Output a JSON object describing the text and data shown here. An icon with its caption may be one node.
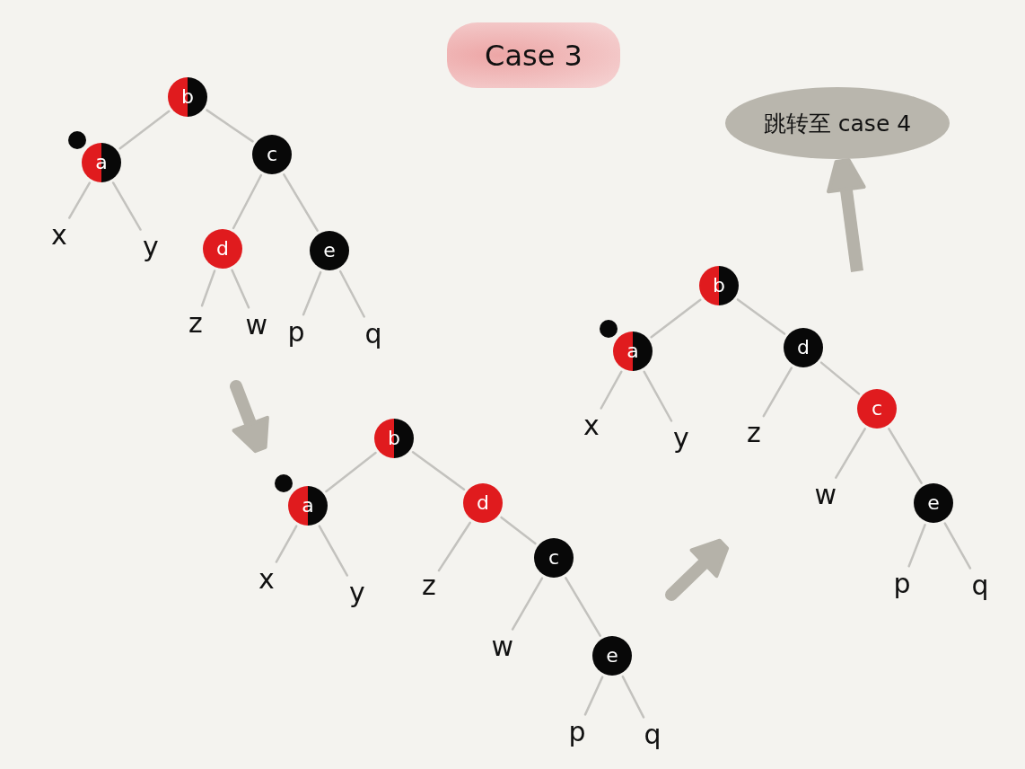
{
  "diagram": {
    "title": "Case 3",
    "nodes": [
      {
        "text": [
          "b"
        ]
      },
      {
        "text": [
          "a"
        ]
      },
      {
        "text": [
          "c"
        ]
      },
      {
        "text": [
          "x"
        ]
      },
      {
        "text": [
          "y"
        ]
      },
      {
        "text": [
          "d"
        ]
      },
      {
        "text": [
          "e"
        ]
      },
      {
        "text": [
          "z"
        ]
      },
      {
        "text": [
          "w"
        ]
      },
      {
        "text": [
          "p"
        ]
      },
      {
        "text": [
          "q"
        ]
      },
      {
        "text": [
          "b"
        ]
      },
      {
        "text": [
          "a"
        ]
      },
      {
        "text": [
          "d"
        ]
      },
      {
        "text": [
          "x"
        ]
      },
      {
        "text": [
          "y"
        ]
      },
      {
        "text": [
          "z"
        ]
      },
      {
        "text": [
          "c"
        ]
      },
      {
        "text": [
          "w"
        ]
      },
      {
        "text": [
          "e"
        ]
      },
      {
        "text": [
          "p"
        ]
      },
      {
        "text": [
          "q"
        ]
      },
      {
        "text": [
          "b"
        ]
      },
      {
        "text": [
          "a"
        ]
      },
      {
        "text": [
          "d"
        ]
      },
      {
        "text": [
          "x"
        ]
      },
      {
        "text": [
          "y"
        ]
      },
      {
        "text": [
          "z"
        ]
      },
      {
        "text": [
          "c"
        ]
      },
      {
        "text": [
          "w"
        ]
      },
      {
        "text": [
          "e"
        ]
      },
      {
        "text": [
          "p"
        ]
      },
      {
        "text": [
          "q"
        ]
      },
      {
        "text": [
          "跳转至 case 4"
        ]
      }
    ],
    "edges": [
      {
        "from": 0,
        "to": 1,
        "arrow": "none"
      },
      {
        "from": 0,
        "to": 2,
        "arrow": "none"
      },
      {
        "from": 1,
        "to": 3,
        "arrow": "none"
      },
      {
        "from": 1,
        "to": 4,
        "arrow": "none"
      },
      {
        "from": 2,
        "to": 5,
        "arrow": "none"
      },
      {
        "from": 2,
        "to": 6,
        "arrow": "none"
      },
      {
        "from": 5,
        "to": 7,
        "arrow": "none"
      },
      {
        "from": 5,
        "to": 8,
        "arrow": "none"
      },
      {
        "from": 6,
        "to": 9,
        "arrow": "none"
      },
      {
        "from": 6,
        "to": 10,
        "arrow": "none"
      },
      {
        "from": 11,
        "to": 12,
        "arrow": "none"
      },
      {
        "from": 11,
        "to": 13,
        "arrow": "none"
      },
      {
        "from": 12,
        "to": 14,
        "arrow": "none"
      },
      {
        "from": 12,
        "to": 15,
        "arrow": "none"
      },
      {
        "from": 13,
        "to": 16,
        "arrow": "none"
      },
      {
        "from": 13,
        "to": 17,
        "arrow": "none"
      },
      {
        "from": 17,
        "to": 18,
        "arrow": "none"
      },
      {
        "from": 17,
        "to": 19,
        "arrow": "none"
      },
      {
        "from": 19,
        "to": 20,
        "arrow": "none"
      },
      {
        "from": 19,
        "to": 21,
        "arrow": "none"
      },
      {
        "from": 22,
        "to": 23,
        "arrow": "none"
      },
      {
        "from": 22,
        "to": 24,
        "arrow": "none"
      },
      {
        "from": 23,
        "to": 25,
        "arrow": "none"
      },
      {
        "from": 23,
        "to": 26,
        "arrow": "none"
      },
      {
        "from": 24,
        "to": 27,
        "arrow": "none"
      },
      {
        "from": 24,
        "to": 28,
        "arrow": "none"
      },
      {
        "from": 28,
        "to": 29,
        "arrow": "none"
      },
      {
        "from": 28,
        "to": 30,
        "arrow": "none"
      },
      {
        "from": 30,
        "to": 31,
        "arrow": "none"
      },
      {
        "from": 30,
        "to": 32,
        "arrow": "none"
      },
      {
        "from": null,
        "to": 33,
        "arrow": "to",
        "style": "thick",
        "color": "#b5b2a9"
      }
    ]
  }
}
